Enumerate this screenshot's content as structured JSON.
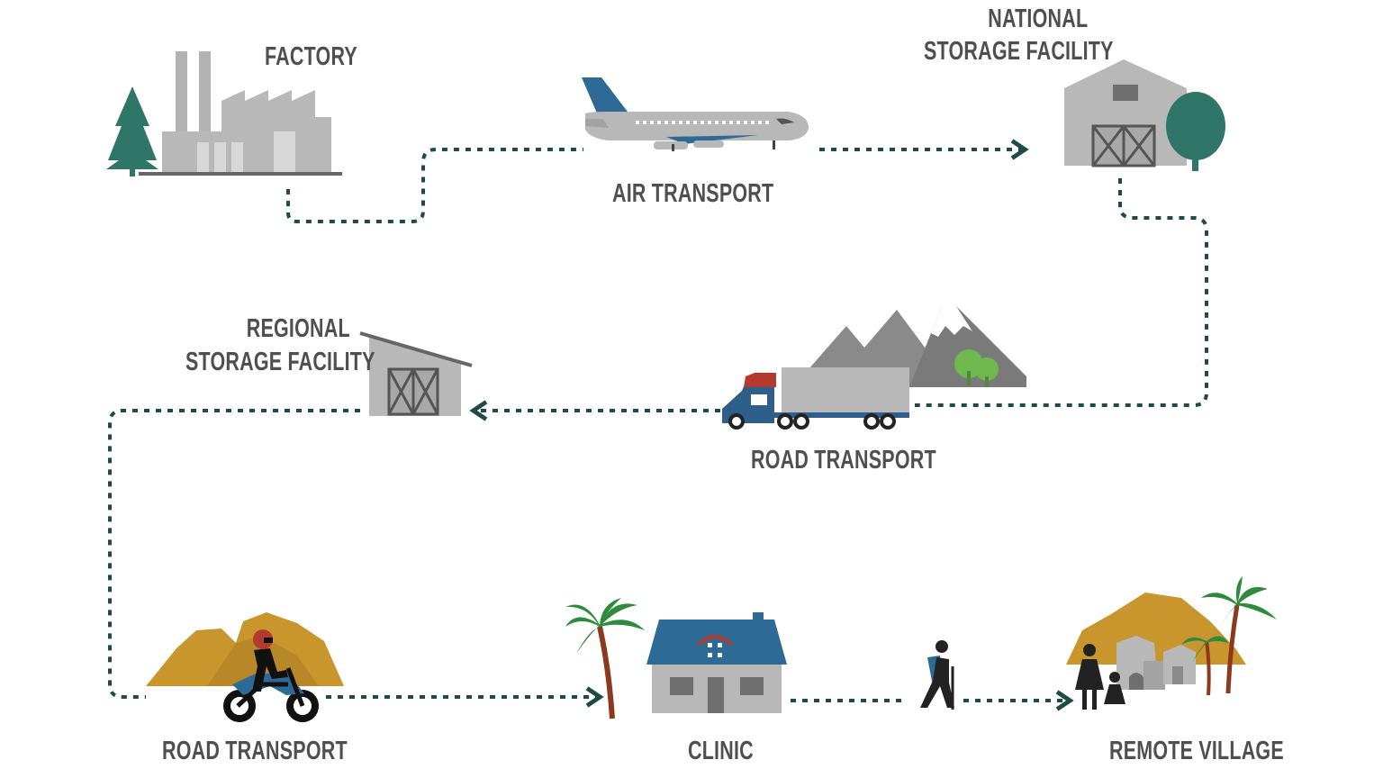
{
  "nodes": [
    {
      "id": "factory",
      "label": "FACTORY"
    },
    {
      "id": "air-transport",
      "label": "AIR TRANSPORT"
    },
    {
      "id": "national-storage",
      "label_line1": "NATIONAL",
      "label_line2": "STORAGE FACILITY"
    },
    {
      "id": "road-transport-truck",
      "label": "ROAD TRANSPORT"
    },
    {
      "id": "regional-storage",
      "label_line1": "REGIONAL",
      "label_line2": "STORAGE FACILITY"
    },
    {
      "id": "road-transport-motorbike",
      "label": "ROAD TRANSPORT"
    },
    {
      "id": "clinic",
      "label": "CLINIC"
    },
    {
      "id": "remote-village",
      "label": "REMOTE VILLAGE"
    }
  ],
  "edges": [
    {
      "from": "factory",
      "to": "air-transport"
    },
    {
      "from": "air-transport",
      "to": "national-storage"
    },
    {
      "from": "national-storage",
      "to": "road-transport-truck"
    },
    {
      "from": "road-transport-truck",
      "to": "regional-storage"
    },
    {
      "from": "regional-storage",
      "to": "road-transport-motorbike"
    },
    {
      "from": "road-transport-motorbike",
      "to": "clinic"
    },
    {
      "from": "clinic",
      "to": "remote-village",
      "via": "hiker-icon"
    }
  ],
  "colors": {
    "path": "#1f4a45",
    "building_gray": "#b8b8b8",
    "tree_green": "#2f7568",
    "accent_blue": "#2e6a96",
    "accent_red": "#b23a2f",
    "sand": "#c9962e",
    "palm_green": "#2f8a3c",
    "label": "#4f4f4f"
  }
}
